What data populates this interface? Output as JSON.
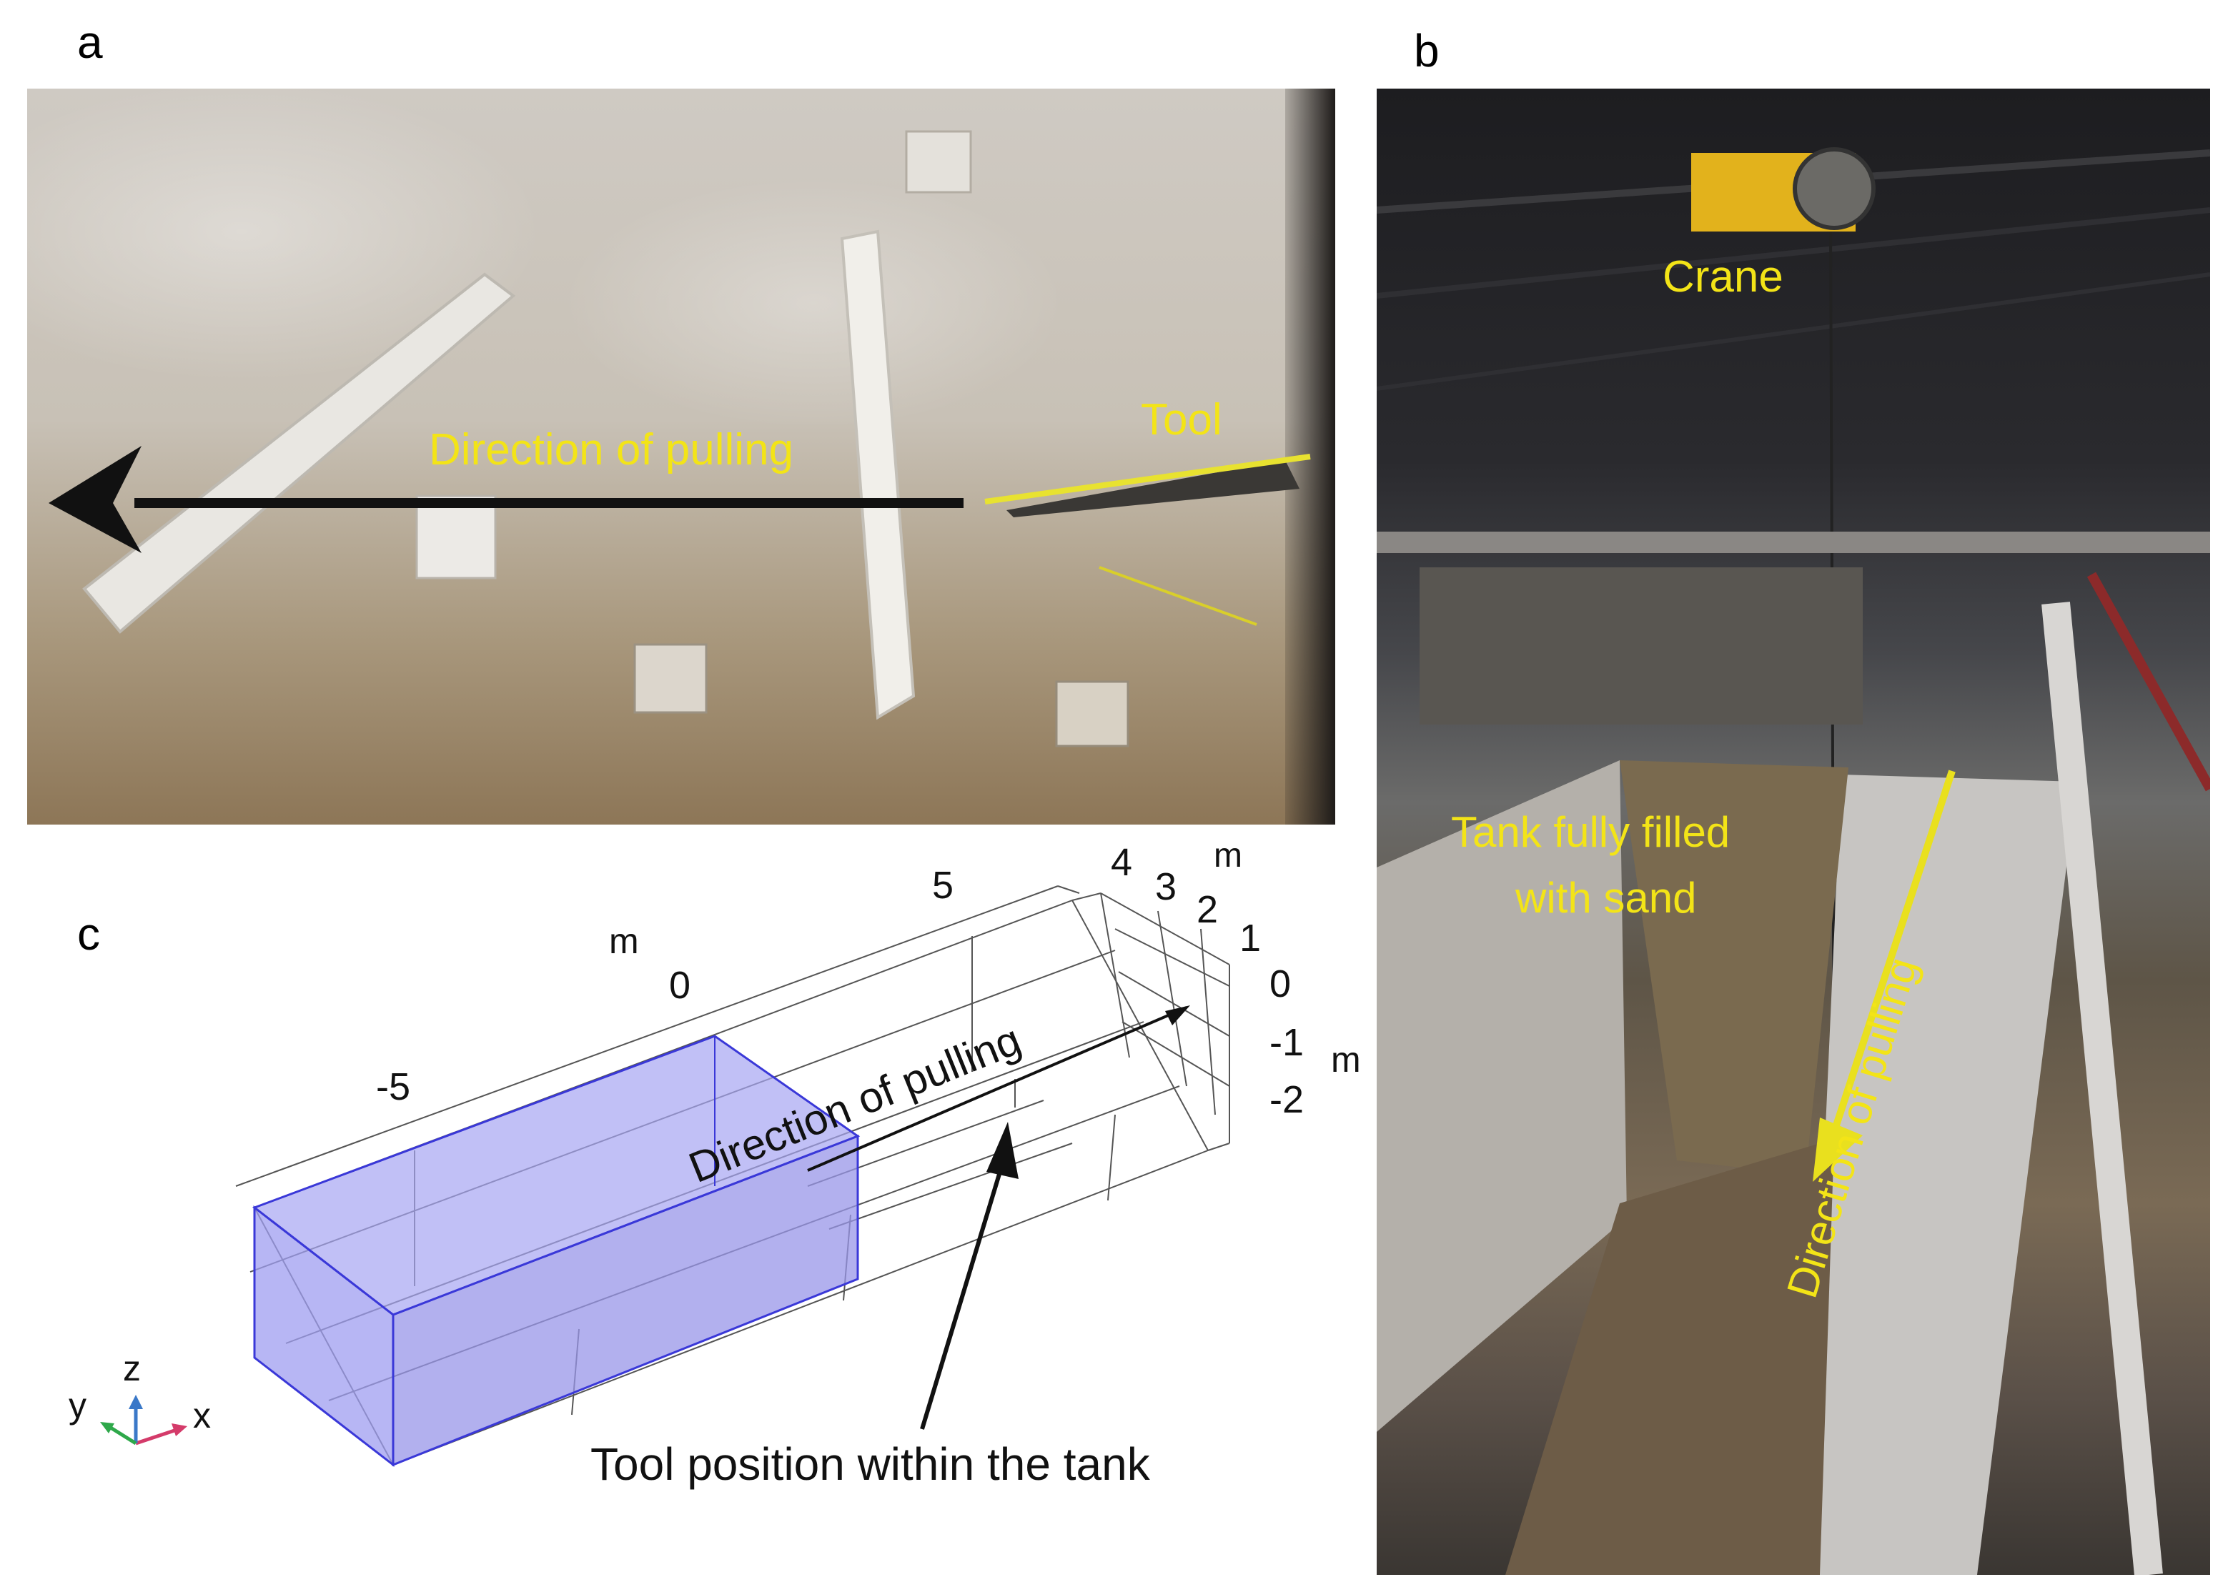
{
  "panel_a": {
    "letter": "a",
    "direction_label": "Direction of pulling",
    "tool_label": "Tool"
  },
  "panel_b": {
    "letter": "b",
    "crane_label": "Crane",
    "tank_label_line1": "Tank  fully filled",
    "tank_label_line2": "with sand",
    "direction_label": "Direction of pulling"
  },
  "panel_c": {
    "letter": "c",
    "x_axis_ticks": [
      "-5",
      "0",
      "5"
    ],
    "x_axis_unit": "m",
    "y_axis_ticks": [
      "4",
      "3",
      "2",
      "1"
    ],
    "y_axis_unit": "m",
    "z_axis_ticks": [
      "0",
      "-1",
      "-2"
    ],
    "z_axis_unit": "m",
    "direction_label": "Direction of pulling",
    "tool_position_label": "Tool position within the tank",
    "triad_labels": {
      "x": "x",
      "y": "y",
      "z": "z"
    }
  },
  "colors": {
    "annotation_yellow": "#f3e417",
    "box_fill": "#9f9ef2",
    "box_edge": "#3a38d8",
    "arrow_black": "#111111"
  }
}
